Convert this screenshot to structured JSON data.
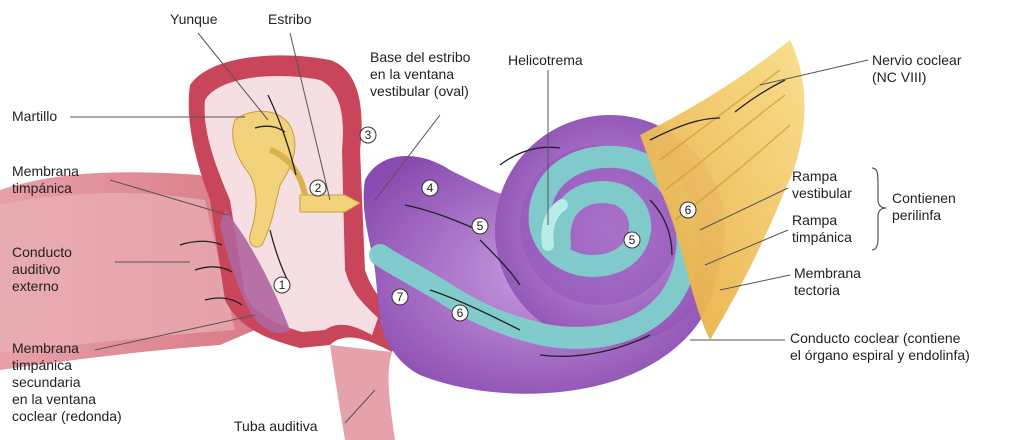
{
  "labels": {
    "yunque": "Yunque",
    "estribo": "Estribo",
    "base_estribo": [
      "Base del estribo",
      "en la ventana",
      "vestibular (oval)"
    ],
    "helicotrema": "Helicotrema",
    "nervio_coclear": [
      "Nervio coclear",
      "(NC VIII)"
    ],
    "martillo": "Martillo",
    "membrana_timpanica": [
      "Membrana",
      "timpánica"
    ],
    "conducto_auditivo": [
      "Conducto",
      "auditivo",
      "externo"
    ],
    "membrana_timpanica_secundaria": [
      "Membrana",
      "timpánica",
      "secundaria",
      "en la ventana",
      "coclear (redonda)"
    ],
    "tuba_auditiva": "Tuba auditiva",
    "rampa_vestibular": [
      "Rampa",
      "vestibular"
    ],
    "rampa_timpanica": [
      "Rampa",
      "timpánica"
    ],
    "contienen_perilinfa": [
      "Contienen",
      "perilinfa"
    ],
    "membrana_tectoria": [
      "Membrana",
      "tectoria"
    ],
    "conducto_coclear": [
      "Conducto coclear (contiene",
      "el órgano espiral y endolinfa)"
    ]
  },
  "step_markers": [
    "1",
    "2",
    "3",
    "4",
    "5",
    "5",
    "6",
    "6",
    "7"
  ],
  "colors": {
    "outer_ear": "#e9a3aa",
    "canal": "#c9485c",
    "middle_cavity": "#f6e3e6",
    "ossicles": "#f2d27a",
    "cochlea_purple": "#a968c9",
    "cochlea_dark": "#7d3f9e",
    "duct_teal": "#7fd0cc",
    "nerve_yellow": "#f2c35a"
  }
}
